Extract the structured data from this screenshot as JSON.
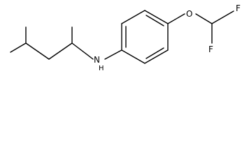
{
  "molecule": {
    "atoms": {
      "n": "N",
      "h": "H",
      "o": "O",
      "f_top": "F",
      "f_bottom": "F"
    },
    "colors": {
      "bond": "#000000",
      "label": "#000000",
      "background": "#ffffff"
    }
  }
}
